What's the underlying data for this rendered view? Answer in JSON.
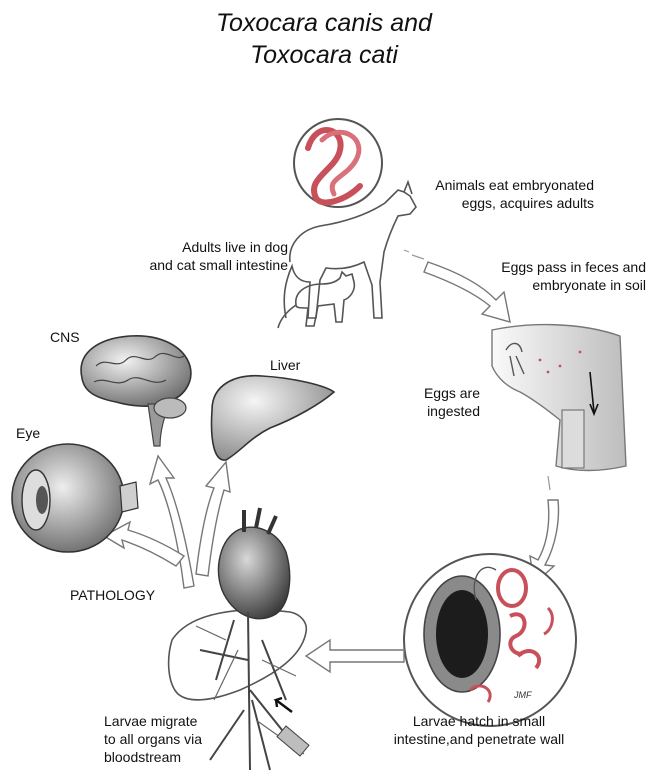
{
  "title": {
    "line1": "Toxocara canis and",
    "line2": "Toxocara cati"
  },
  "labels": {
    "animals_eat": "Animals eat embryonated\neggs, acquires adults",
    "adults_live": "Adults live in dog\nand cat small intestine",
    "eggs_pass": "Eggs pass in feces and\nembryonate in soil",
    "eggs_ingested": "Eggs are\ningested",
    "larvae_hatch": "Larvae hatch in small\nintestine,and penetrate wall",
    "larvae_migrate": "Larvae migrate\nto all organs via\nbloodstream",
    "pathology": "PATHOLOGY",
    "cns": "CNS",
    "liver": "Liver",
    "eye": "Eye",
    "artist_mark": "JMF"
  },
  "colors": {
    "worm_red": "#c8505a",
    "line_dark": "#333333",
    "shade_gray": "#9a9a9a"
  }
}
